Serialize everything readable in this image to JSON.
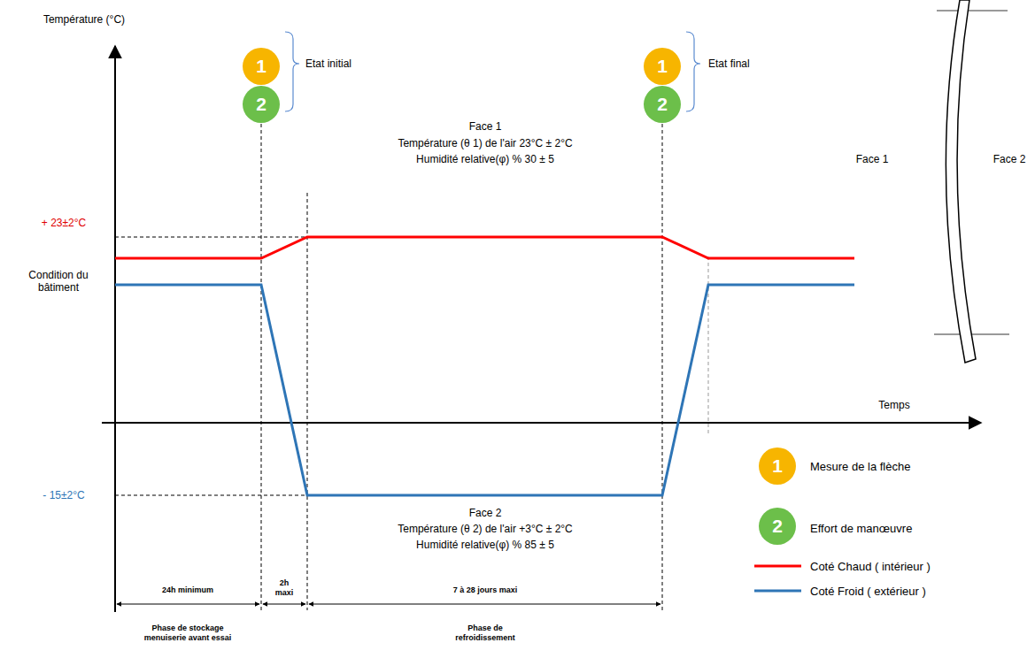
{
  "diagram": {
    "nodes": [
      {
        "text": [
          "1"
        ]
      },
      {
        "text": [
          "2"
        ]
      },
      {
        "text": [
          "1"
        ]
      },
      {
        "text": [
          "2"
        ]
      }
    ],
    "labels": [
      "Température (°C)",
      "Etat initial",
      "Etat final",
      "Face 1",
      "Température (θ 1) de l'air 23°C ± 2°C",
      "Humidité relative(φ) % 30 ± 5",
      "+ 23±2°C",
      "Condition du bâtiment",
      "Face 1",
      "Face 2",
      "Temps",
      "- 15±2°C",
      "Face 2",
      "Température (θ 2) de l'air +3°C ± 2°C",
      "Humidité relative(φ) % 85 ± 5",
      "24h minimum",
      "2h maxi",
      "7 à 28 jours maxi",
      "Phase de stockage menuiserie avant essai",
      "Phase de refroidissement",
      "1",
      "2"
    ],
    "legend": [
      {
        "text": "Mesure de la flèche",
        "color": "#f7b500"
      },
      {
        "text": "Effort de manœuvre",
        "color": "#6cbf4a"
      },
      {
        "text": "Coté Chaud ( intérieur )"
      },
      {
        "text": "Coté Froid ( extérieur )"
      }
    ]
  }
}
